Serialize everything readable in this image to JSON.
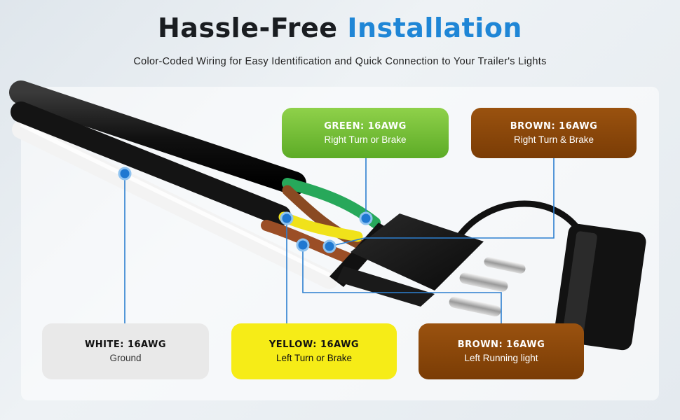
{
  "title": {
    "part1": "Hassle-Free",
    "part2": "Installation"
  },
  "subtitle": "Color-Coded Wiring for Easy Identification and Quick Connection to Your Trailer's Lights",
  "labels": {
    "green": {
      "head": "GREEN: 16AWG",
      "desc": "Right Turn or Brake"
    },
    "brown_right": {
      "head": "BROWN: 16AWG",
      "desc": "Right Turn & Brake"
    },
    "white": {
      "head": "WHITE: 16AWG",
      "desc": "Ground"
    },
    "yellow": {
      "head": "YELLOW: 16AWG",
      "desc": "Left Turn or Brake"
    },
    "brown_left": {
      "head": "BROWN: 16AWG",
      "desc": "Left Running light"
    }
  },
  "colors": {
    "accent_blue": "#1f86d6",
    "green": "#6cbf2f",
    "brown": "#8a4608",
    "yellow": "#f6ec17",
    "white_label": "#e9e9e9"
  }
}
